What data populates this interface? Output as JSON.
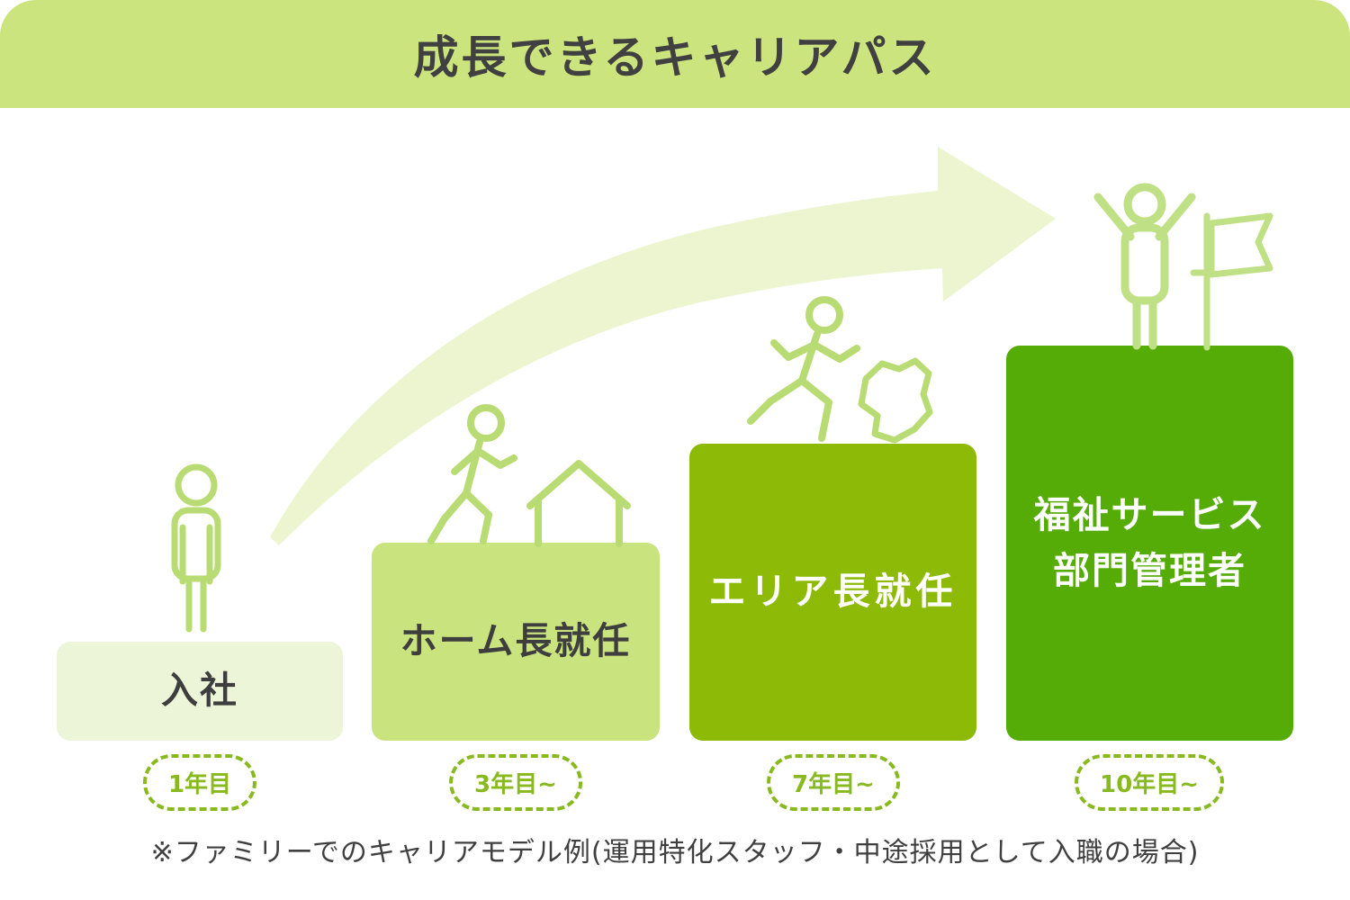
{
  "title": "成長できるキャリアパス",
  "steps": [
    {
      "label": "入社",
      "year": "1年目",
      "box_color": "#edf5d8",
      "text_color": "#3e3e3e",
      "icon": "standing-person-icon"
    },
    {
      "label": "ホーム長就任",
      "year": "3年目~",
      "box_color": "#c9e37e",
      "text_color": "#3e3e3e",
      "icon": "walking-person-icon + house-icon"
    },
    {
      "label": "エリア長就任",
      "year": "7年目~",
      "box_color": "#8cba06",
      "text_color": "#ffffff",
      "icon": "running-person-icon + area-map-icon"
    },
    {
      "label_line1": "福祉サービス",
      "label_line2": "部門管理者",
      "year": "10年目~",
      "box_color": "#55ac07",
      "text_color": "#ffffff",
      "icon": "cheering-person-icon + goal-flag-icon"
    }
  ],
  "footnote": "※ファミリーでのキャリアモデル例(運用特化スタッフ・中途採用として入職の場合)",
  "colors": {
    "header_bg": "#cbe47d",
    "dark_text": "#3e3e3e",
    "light_text": "#ffffff",
    "year_badge_green": "#88b91f",
    "icon_stroke_green": "#b8db74",
    "growth_arrow_fill": "#ecf5cf"
  }
}
